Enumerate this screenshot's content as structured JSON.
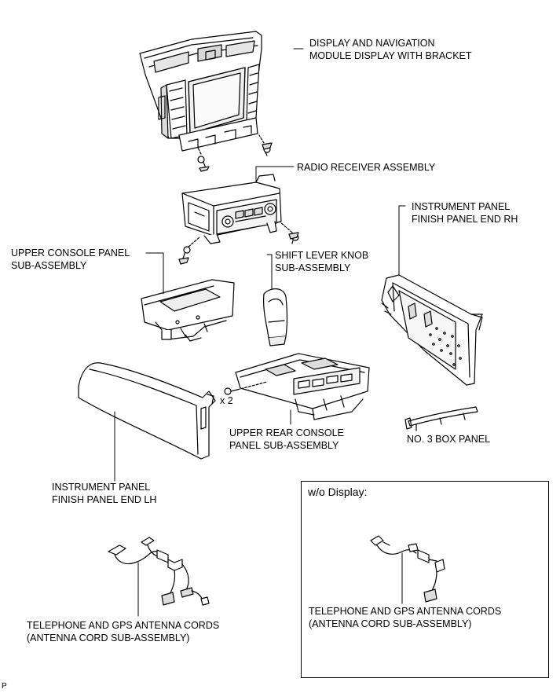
{
  "labels": {
    "display_module": [
      "DISPLAY AND NAVIGATION",
      "MODULE DISPLAY WITH BRACKET"
    ],
    "radio_receiver": [
      "RADIO RECEIVER ASSEMBLY"
    ],
    "instrument_rh": [
      "INSTRUMENT PANEL",
      "FINISH PANEL END RH"
    ],
    "upper_console": [
      "UPPER CONSOLE PANEL",
      "SUB-ASSEMBLY"
    ],
    "shift_knob": [
      "SHIFT LEVER KNOB",
      "SUB-ASSEMBLY"
    ],
    "qty": "x 2",
    "upper_rear_console": [
      "UPPER REAR CONSOLE",
      "PANEL SUB-ASSEMBLY"
    ],
    "box_panel": [
      "NO. 3 BOX PANEL"
    ],
    "instrument_lh": [
      "INSTRUMENT PANEL",
      "FINISH PANEL END LH"
    ],
    "antenna_left": [
      "TELEPHONE AND GPS ANTENNA CORDS",
      "(ANTENNA CORD SUB-ASSEMBLY)"
    ],
    "antenna_box": [
      "TELEPHONE AND GPS ANTENNA CORDS",
      "(ANTENNA CORD SUB-ASSEMBLY)"
    ]
  },
  "inset": {
    "title": "w/o Display:"
  },
  "figure_code": "P"
}
